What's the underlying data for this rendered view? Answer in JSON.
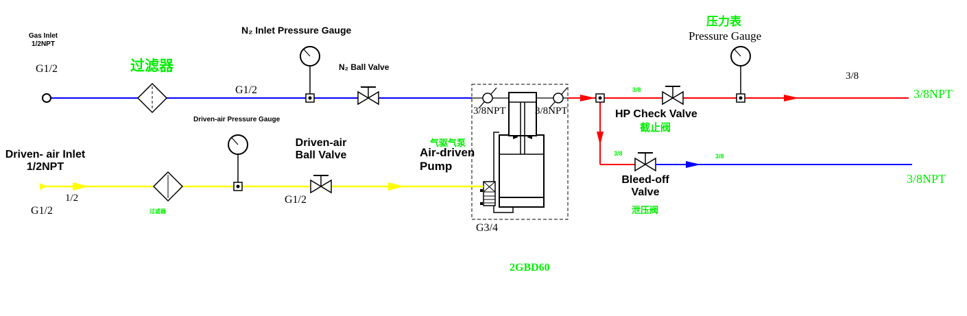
{
  "colors": {
    "n2_line": "#0000ff",
    "drive_air_line": "#ffff00",
    "hp_outlet_line": "#ff0000",
    "bleed_outlet_line": "#0000ff",
    "accent_green": "#00ee00",
    "line_black": "#000000"
  },
  "gas_inlet": {
    "title": "Gas Inlet\n1/2NPT",
    "port": "G1/2"
  },
  "n2_branch": {
    "filter_label_cn": "过滤器",
    "pipe_size": "G1/2",
    "gauge_label": "N₂ Inlet Pressure Gauge",
    "ball_valve_label": "N₂ Ball Valve"
  },
  "pump": {
    "inlet_port": "3/8NPT",
    "outlet_port": "3/8NPT",
    "label_cn": "气驱气泵",
    "label_en": "Air-driven\nPump",
    "drive_port": "G3/4",
    "model": "2GBD60"
  },
  "driven_air_branch": {
    "title": "Driven- air Inlet\n1/2NPT",
    "pipe_size_inlet": "1/2",
    "port": "G1/2",
    "filter_label_cn": "过滤器",
    "gauge_label": "Driven-air Pressure Gauge",
    "ball_valve_label": "Driven-air\nBall Valve",
    "pipe_size_line": "G1/2"
  },
  "hp_outlet": {
    "junction_size": "3/8",
    "check_valve_label": "HP Check Valve",
    "check_valve_label_cn": "截止阀",
    "gauge_label_cn": "压力表",
    "gauge_label": "Pressure Gauge",
    "line_size": "3/8",
    "port": "3/8NPT"
  },
  "bleed_branch": {
    "inlet_size": "3/8",
    "valve_label": "Bleed-off\nValve",
    "valve_label_cn": "泄压阀",
    "outlet_size": "3/8",
    "port": "3/8NPT"
  }
}
